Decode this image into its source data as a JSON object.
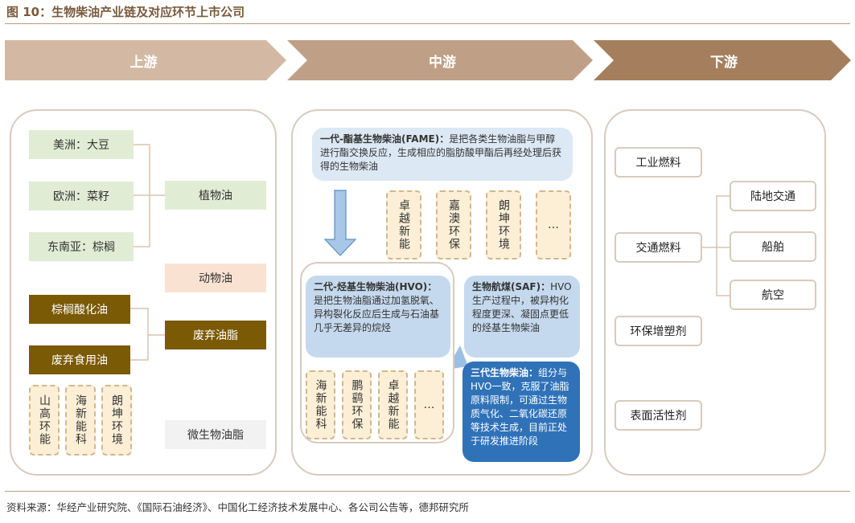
{
  "figure": {
    "title": "图 10：生物柴油产业链及对应环节上市公司",
    "source": "资料来源：华经产业研究院、《国际石油经济》、中国化工经济技术发展中心、各公司公告等，德邦研究所"
  },
  "stages": [
    "上游",
    "中游",
    "下游"
  ],
  "colors": {
    "stage1": "#d3b9a3",
    "stage2": "#bf9f85",
    "stage3": "#a57f5d",
    "green": "#e1ecd5",
    "olive": "#7b5a05",
    "dark_blue": "#2f72b8",
    "arrow_blue": "#9cc0e3"
  },
  "upstream": {
    "regions": [
      "美洲：大豆",
      "欧洲：菜籽",
      "东南亚：棕榈"
    ],
    "plant_oil": "植物油",
    "animal_oil": "动物油",
    "waste_sources": [
      "棕榈酸化油",
      "废弃食用油"
    ],
    "waste_oil": "废弃油脂",
    "microbial_oil": "微生物油脂",
    "companies": [
      "山高环能",
      "海新能科",
      "朗坤环境"
    ]
  },
  "midstream": {
    "gen1": {
      "title": "一代-酯基生物柴油(FAME)：",
      "text": "是把各类生物油脂与甲醇进行酯交换反应，生成相应的脂肪酸甲酯后再经处理后获得的生物柴油",
      "companies": [
        "卓越新能",
        "嘉澳环保",
        "朗坤环境",
        "…"
      ]
    },
    "gen2": {
      "title": "二代-烃基生物柴油(HVO)：",
      "text": "是把生物油脂通过加氢脱氧、异构裂化反应后生成与石油基几乎无差异的烷烃",
      "companies": [
        "海新能科",
        "鹏鹞环保",
        "卓越新能",
        "…"
      ]
    },
    "saf": {
      "title": "生物航煤(SAF)：",
      "text": "HVO生产过程中，被异构化程度更深、凝固点更低的烃基生物柴油"
    },
    "gen3": {
      "title": "三代生物柴油：",
      "text": "组分与HVO一致，克服了油脂原料限制，可通过生物质气化、二氧化碳还原等技术生成，目前正处于研发推进阶段"
    }
  },
  "downstream": {
    "uses": [
      "工业燃料",
      "交通燃料",
      "环保增塑剂",
      "表面活性剂"
    ],
    "transport_modes": [
      "陆地交通",
      "船舶",
      "航空"
    ]
  }
}
